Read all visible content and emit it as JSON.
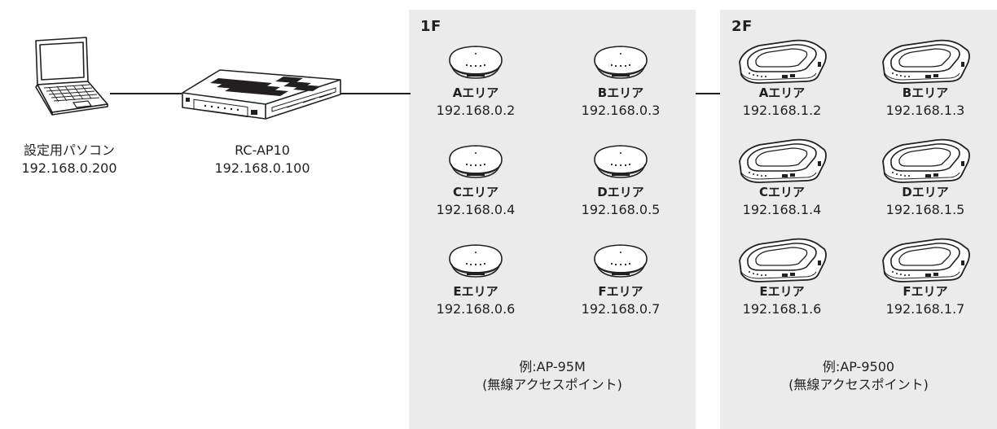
{
  "pc": {
    "name": "設定用パソコン",
    "ip": "192.168.0.200"
  },
  "controller": {
    "name": "RC-AP10",
    "ip": "192.168.0.100"
  },
  "floor1": {
    "label": "1F",
    "model": "例:AP-95M",
    "type": "(無線アクセスポイント)",
    "aps": [
      {
        "name": "Aエリア",
        "ip": "192.168.0.2"
      },
      {
        "name": "Bエリア",
        "ip": "192.168.0.3"
      },
      {
        "name": "Cエリア",
        "ip": "192.168.0.4"
      },
      {
        "name": "Dエリア",
        "ip": "192.168.0.5"
      },
      {
        "name": "Eエリア",
        "ip": "192.168.0.6"
      },
      {
        "name": "Fエリア",
        "ip": "192.168.0.7"
      }
    ]
  },
  "floor2": {
    "label": "2F",
    "model": "例:AP-9500",
    "type": "(無線アクセスポイント)",
    "aps": [
      {
        "name": "Aエリア",
        "ip": "192.168.1.2"
      },
      {
        "name": "Bエリア",
        "ip": "192.168.1.3"
      },
      {
        "name": "Cエリア",
        "ip": "192.168.1.4"
      },
      {
        "name": "Dエリア",
        "ip": "192.168.1.5"
      },
      {
        "name": "Eエリア",
        "ip": "192.168.1.6"
      },
      {
        "name": "Fエリア",
        "ip": "192.168.1.7"
      }
    ]
  }
}
